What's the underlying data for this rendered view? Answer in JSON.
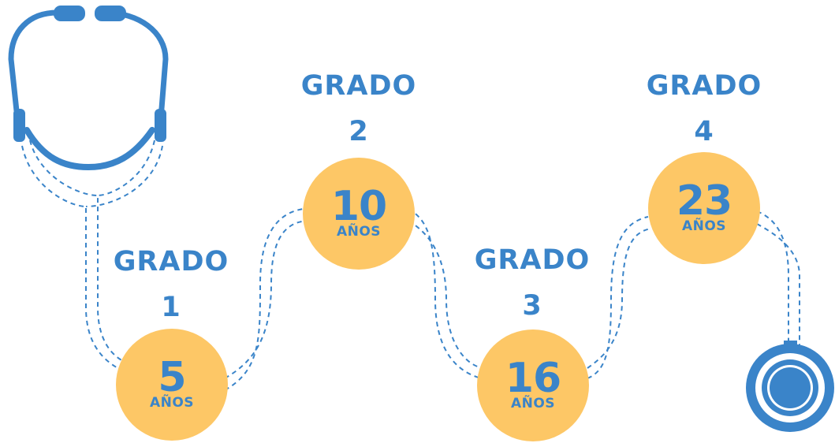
{
  "colors": {
    "primary": "#3a84c9",
    "circle": "#fdc766",
    "background": "#ffffff"
  },
  "grades": [
    {
      "word": "GRADO",
      "number": "1"
    },
    {
      "word": "GRADO",
      "number": "2"
    },
    {
      "word": "GRADO",
      "number": "3"
    },
    {
      "word": "GRADO",
      "number": "4"
    }
  ],
  "milestones": [
    {
      "years": "5",
      "unit": "AÑOS"
    },
    {
      "years": "10",
      "unit": "AÑOS"
    },
    {
      "years": "16",
      "unit": "AÑOS"
    },
    {
      "years": "23",
      "unit": "AÑOS"
    }
  ],
  "icons": {
    "headset": "stethoscope-headset-icon",
    "chestpiece": "stethoscope-chestpiece-icon"
  }
}
